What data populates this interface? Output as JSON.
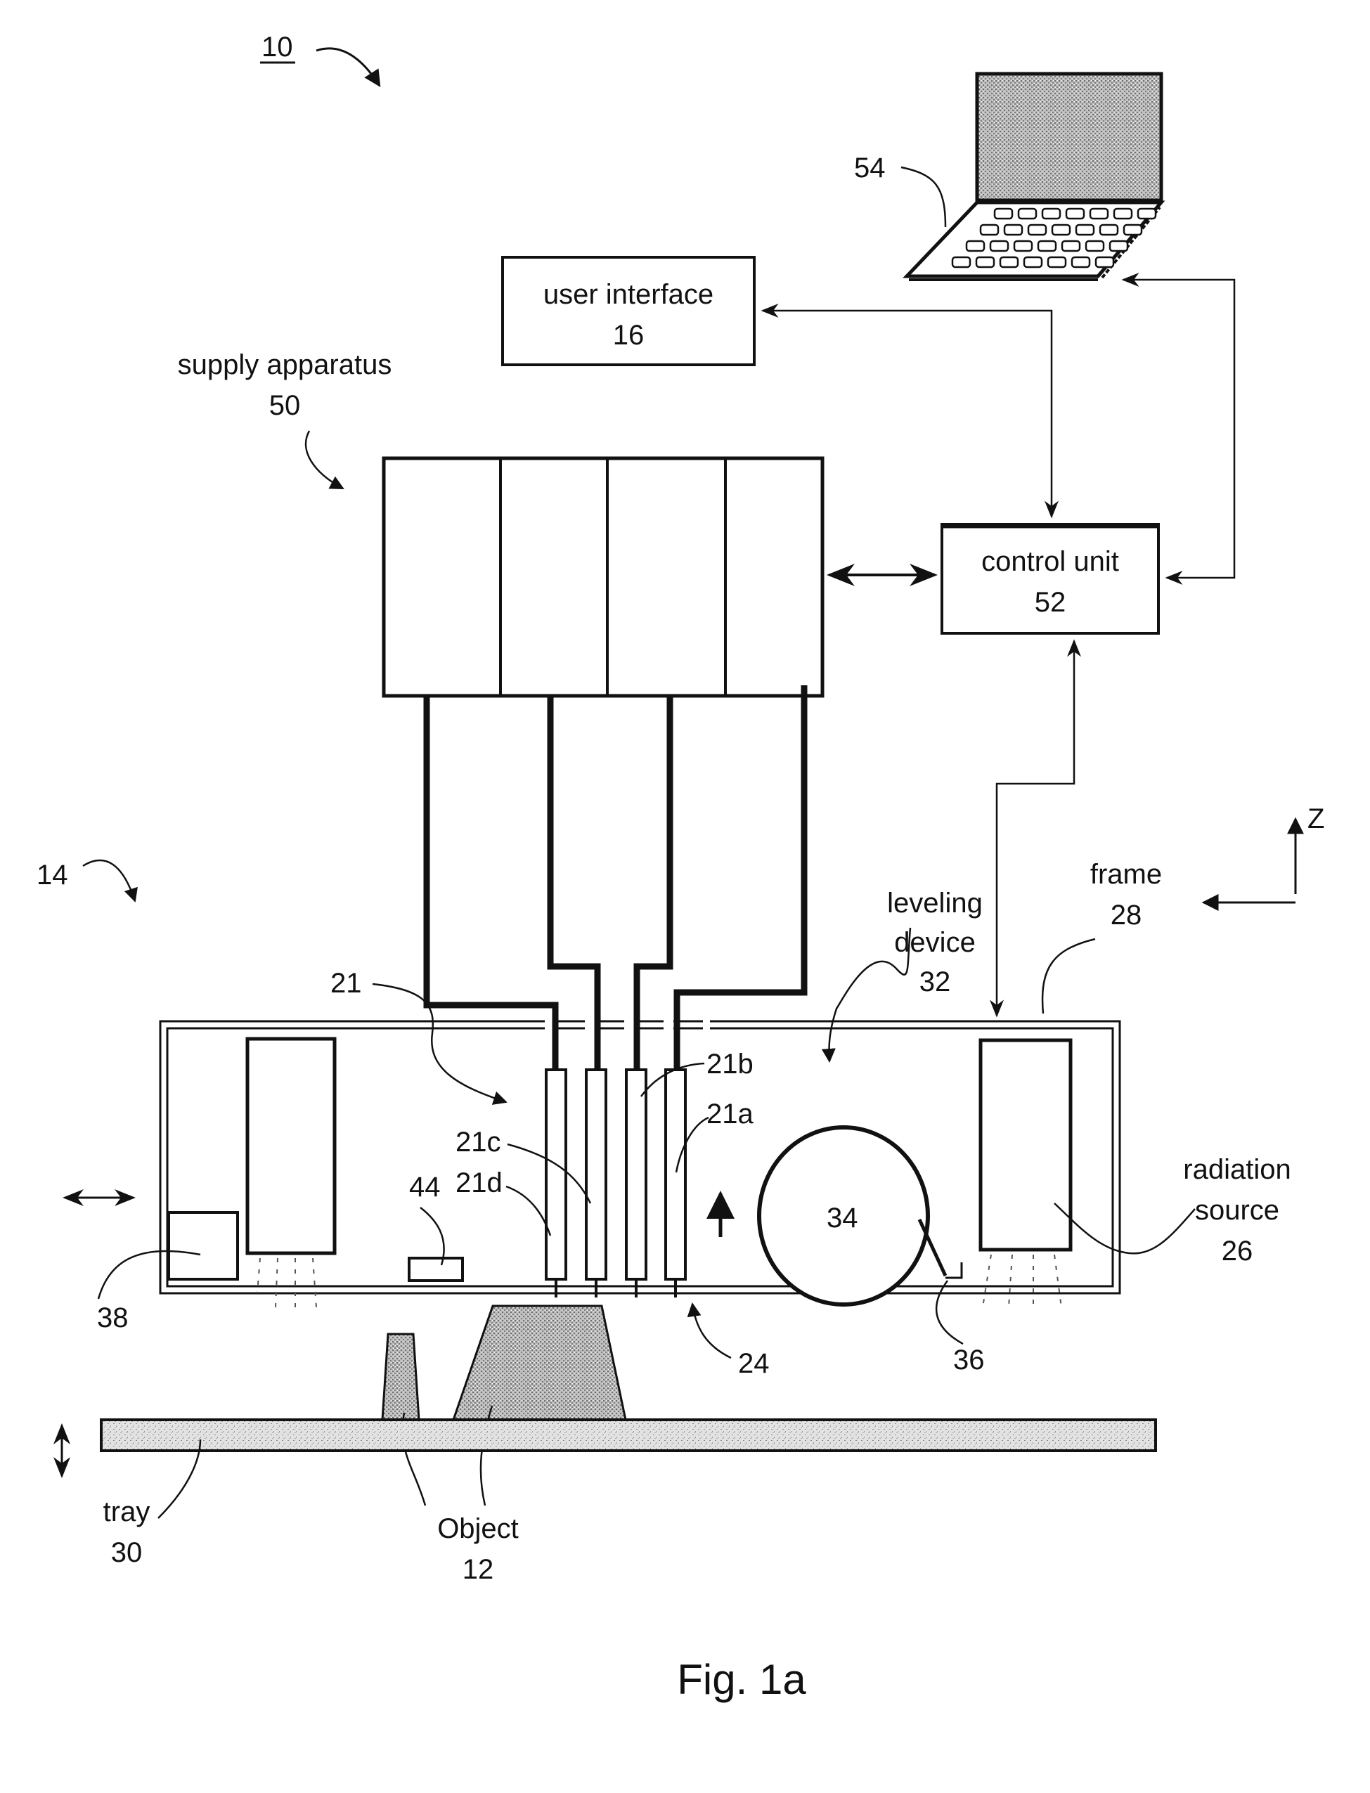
{
  "figure": {
    "caption": "Fig. 1a",
    "system_ref": "10",
    "subsystem_ref": "14"
  },
  "components": {
    "user_interface": {
      "label": "user interface",
      "ref": "16"
    },
    "control_unit": {
      "label": "control unit",
      "ref": "52"
    },
    "supply_apparatus": {
      "label": "supply apparatus",
      "ref": "50"
    },
    "computer": {
      "ref": "54"
    },
    "print_heads": {
      "ref": "21",
      "heads": [
        "21a",
        "21b",
        "21c",
        "21d"
      ]
    },
    "nozzle_plane": {
      "ref": "24"
    },
    "radiation_source": {
      "label_line1": "radiation",
      "label_line2": "source",
      "ref": "26"
    },
    "frame": {
      "label": "frame",
      "ref": "28"
    },
    "tray": {
      "label": "tray",
      "ref": "30"
    },
    "leveling_device": {
      "label_line1": "leveling",
      "label_line2": "device",
      "ref": "32"
    },
    "roller": {
      "ref": "34"
    },
    "blade": {
      "ref": "36"
    },
    "unit_38": {
      "ref": "38"
    },
    "unit_44": {
      "ref": "44"
    },
    "object": {
      "label": "Object",
      "ref": "12"
    },
    "axis": {
      "z_label": "Z"
    }
  },
  "colors": {
    "ink": "#111111",
    "hatch": "#9a9a9a",
    "background": "#ffffff"
  }
}
